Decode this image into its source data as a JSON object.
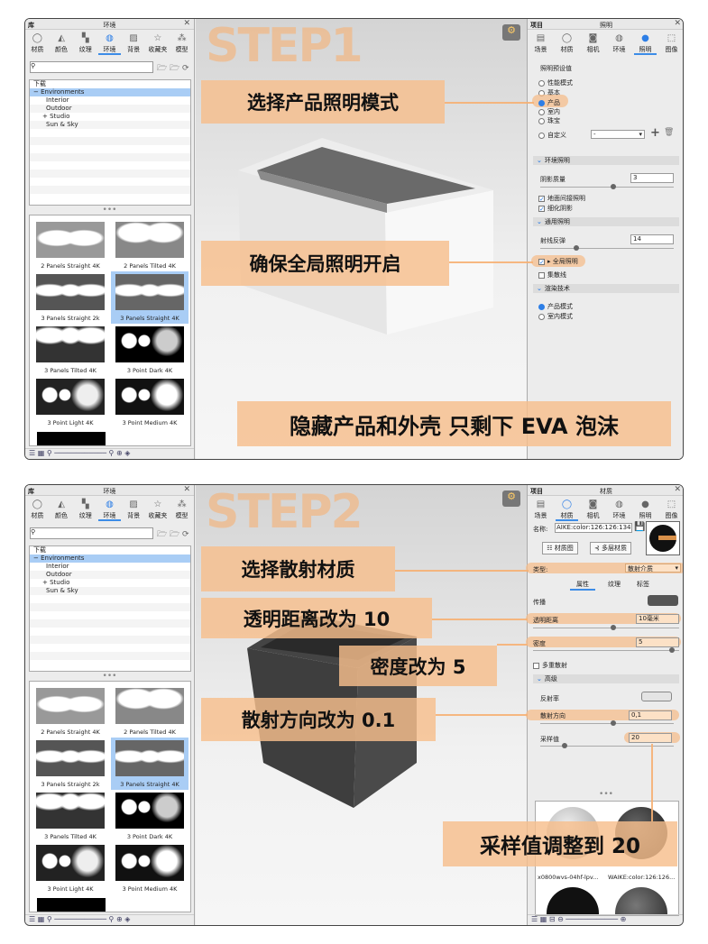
{
  "library": {
    "title": "库",
    "subtitle": "环境",
    "tabs": [
      "材质",
      "颜色",
      "纹理",
      "环境",
      "背景",
      "收藏夹",
      "模型"
    ],
    "active_tab": 3,
    "tree": [
      "下载",
      "Environments",
      "Interior",
      "Outdoor",
      "Studio",
      "Sun & Sky"
    ],
    "selected_tree": 1,
    "thumbs": [
      "2 Panels Straight 4K",
      "2 Panels Tilted 4K",
      "3 Panels Straight 2k",
      "3 Panels Straight 4K",
      "3 Panels Tilted 4K",
      "3 Point Dark 4K",
      "3 Point Light 4K",
      "3 Point Medium 4K"
    ],
    "selected_thumb": 3,
    "more": "•••"
  },
  "props_tabs": [
    "场景",
    "材质",
    "相机",
    "环境",
    "照明",
    "图像"
  ],
  "step1": {
    "step": "STEP1",
    "header_left": "项目",
    "header_title": "照明",
    "preset_label": "照明预设值",
    "presets": [
      "性能模式",
      "基本",
      "产品",
      "室内",
      "珠宝"
    ],
    "custom_label": "自定义",
    "custom_value": "-",
    "sec_env": "环境照明",
    "shadow_label": "阴影质量",
    "shadow_value": "3",
    "shadow_slider": 0.55,
    "ground_label": "地面间接照明",
    "fine_shadow_label": "细化阴影",
    "sec_general": "通用照明",
    "bounce_label": "射线反弹",
    "bounce_value": "14",
    "bounce_slider": 0.27,
    "gi_label": "全局照明",
    "caustics_label": "集散线",
    "sec_render": "渲染技术",
    "render_modes": [
      "产品模式",
      "室内模式"
    ],
    "annotations": [
      "选择产品照明模式",
      "确保全局照明开启",
      "隐藏产品和外壳 只剩下 EVA 泡沫"
    ]
  },
  "step2": {
    "step": "STEP2",
    "header_left": "项目",
    "header_title": "材质",
    "name_label": "名称:",
    "name_value": "AIKE:color:126:126:134",
    "graph_btn": "材质图",
    "multi_btn": "多层材质",
    "type_label": "类型:",
    "type_value": "散射介质",
    "subtabs": [
      "属性",
      "纹理",
      "标签"
    ],
    "transmit_label": "传播",
    "transmit_color": "#555555",
    "dist_label": "透明距离",
    "dist_value": "10毫米",
    "dist_slider": 0.55,
    "density_label": "密度",
    "density_value": "5",
    "density_slider": 0.95,
    "multi_scatter_label": "多重散射",
    "sec_adv": "高级",
    "refl_label": "反射率",
    "refl_color": "#e4e4e4",
    "dir_label": "散射方向",
    "dir_value": "0,1",
    "dir_slider": 0.55,
    "samples_label": "采样值",
    "samples_value": "20",
    "samples_slider": 0.18,
    "materials": [
      "x0800wvs-04hf-lpv...",
      "WAIKE:color:126:126..."
    ],
    "annotations": [
      "选择散射材质",
      "透明距离改为 10",
      "密度改为 5",
      "散射方向改为 0.1",
      "采样值调整到 20"
    ]
  }
}
